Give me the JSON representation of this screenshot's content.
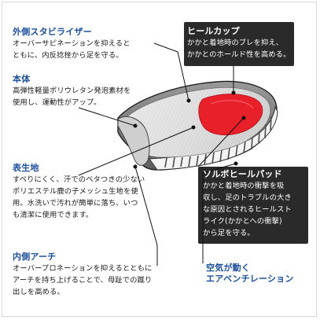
{
  "callouts": {
    "outer_stabilizer": {
      "title": "外側スタビライザー",
      "text": "オーバーサピネーションを抑えると\nともに、内反捻挫から足を守る。"
    },
    "heel_cup": {
      "title": "ヒールカップ",
      "text": "かかと着地時のブレを抑え、\nかかとのホールド性を高める。"
    },
    "body": {
      "title": "本体",
      "text": "高弾性軽量ポリウレタン発泡素材を\n使用し、運動性がアップ。"
    },
    "top_fabric": {
      "title": "表生地",
      "text": "すべりにくく、汗でのベタつきの少ない\nポリエステル鹿の子メッシュ生地を使\n用。水洗いで汚れが簡単に落ち、いつ\nも清潔に使用できます。"
    },
    "sorbo_pad": {
      "title": "ソルボヒールパッド",
      "text": "かかと着地時の衝撃を吸\n収し、足のトラブルの大き\nな原因とされるヒールスト\nライク(かかとへの衝撃)\nから足を守る。"
    },
    "inner_arch": {
      "title": "内側アーチ",
      "text": "オーバープロネーションを抑えるとともに\nアーチを持ち上げることで、母趾での蹴り\n出しを高める。"
    },
    "air_vent": {
      "title": "空気が動く\nエアベンチレーション"
    }
  },
  "colors": {
    "heading": "#1c4f9a",
    "text": "#1a1a1a",
    "dark_panel": "#2a2a2a",
    "pad_red": "#e8202a"
  }
}
